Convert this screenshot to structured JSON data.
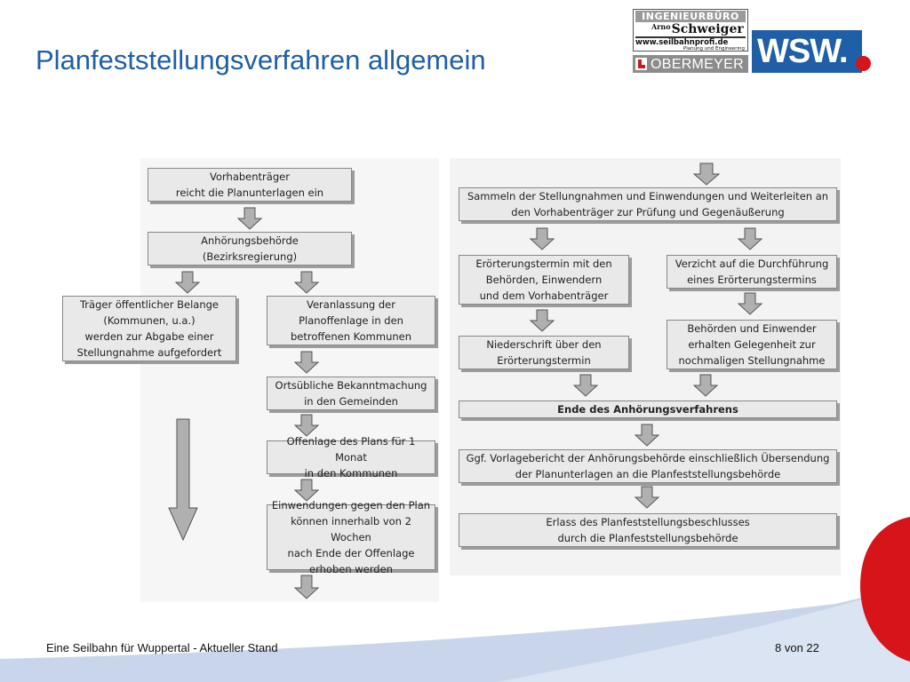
{
  "slide": {
    "title": "Planfeststellungsverfahren allgemein",
    "footer_left": "Eine Seilbahn für Wuppertal - Aktueller Stand",
    "page_indicator": "8 von 22"
  },
  "logos": {
    "ingenieurbuero": {
      "line1": "INGENIEURBÜRO",
      "name_prefix": "Arno",
      "name": "Schweiger",
      "url": "www.seilbahnprofi.de",
      "tagline": "Planung und Engineering"
    },
    "obermeyer": "OBERMEYER",
    "wsw": "WSW."
  },
  "colors": {
    "title_blue": "#1f5fa8",
    "accent_red": "#d7141a",
    "swoosh_light": "#c9d5ea",
    "box_fill": "#e9e9e9",
    "arrow_fill": "#b0b0b0"
  },
  "flowchart": {
    "left_column": {
      "vorhabentraeger": "Vorhabenträger\nreicht die Planunterlagen ein",
      "anhoerungsbehoerde": "Anhörungsbehörde\n(Bezirksregierung)",
      "traeger": "Träger öffentlicher Belange\n(Kommunen, u.a.)\nwerden zur Abgabe einer\nStellungnahme aufgefordert",
      "veranlassung": "Veranlassung der\nPlanoffenlage in den\nbetroffenen Kommunen",
      "bekanntmachung": "Ortsübliche Bekanntmachung\nin den Gemeinden",
      "offenlage": "Offenlage des Plans für 1 Monat\nin den Kommunen",
      "einwendungen": "Einwendungen gegen den Plan\nkönnen innerhalb von 2 Wochen\nnach Ende der Offenlage\nerhoben werden"
    },
    "right_column": {
      "sammeln": "Sammeln der Stellungnahmen und Einwendungen und Weiterleiten an\nden Vorhabenträger zur Prüfung und Gegenäußerung",
      "eroerterungstermin": "Erörterungstermin mit den\nBehörden, Einwendern\nund dem Vorhabenträger",
      "verzicht": "Verzicht auf die Durchführung\neines Erörterungstermins",
      "niederschrift": "Niederschrift über den\nErörterungstermin",
      "behoerden_einwender": "Behörden und Einwender\nerhalten Gelegenheit zur\nnochmaligen Stellungnahme",
      "ende": "Ende des Anhörungsverfahrens",
      "vorlagebericht": "Ggf. Vorlagebericht der Anhörungsbehörde einschließlich Übersendung\nder Planunterlagen an die Planfeststellungsbehörde",
      "erlass": "Erlass des Planfeststellungsbeschlusses\ndurch die Planfeststellungsbehörde"
    }
  }
}
